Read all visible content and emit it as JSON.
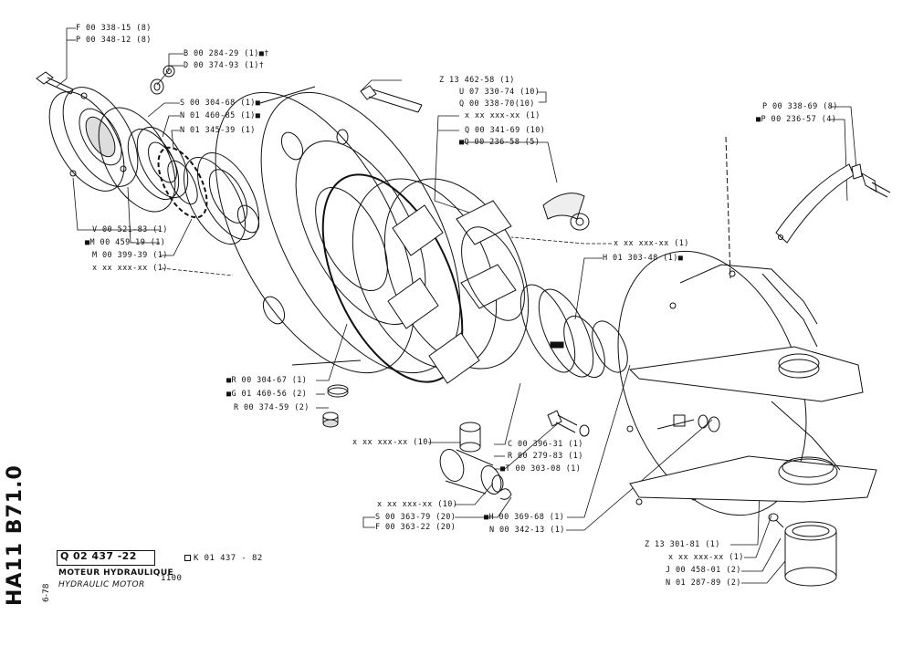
{
  "sheet": {
    "code_vertical": "HA11 B71.0",
    "date": "6-78",
    "part_number": "Q 02 437 -22",
    "alt_part": "K 01 437 - 82",
    "title_fr": "MOTEUR HYDRAULIQUE",
    "title_en": "HYDRAULIC MOTOR",
    "model": "1100"
  },
  "callouts": [
    {
      "text": "F 00 338-15 (8)"
    },
    {
      "text": "P 00 348-12 (8)"
    },
    {
      "text": "B 00 284-29 (1)■†"
    },
    {
      "text": "D 00 374-93 (1)†"
    },
    {
      "text": "S 00 304-68 (1)■"
    },
    {
      "text": "N 01 460-85 (1)■"
    },
    {
      "text": "N 01 345-39 (1)"
    },
    {
      "text": "V 00 521-83 (1)"
    },
    {
      "text": "■M 00 459-19 (1)"
    },
    {
      "text": "M 00 399-39 (1)"
    },
    {
      "text": "x xx xxx-xx (1)"
    },
    {
      "text": "Z 13 462-58 (1)"
    },
    {
      "text": "U 07 330-74 (10)"
    },
    {
      "text": "Q 00 338-70(10)"
    },
    {
      "text": "x xx xxx-xx (1)"
    },
    {
      "text": "Q 00 341-69 (10)"
    },
    {
      "text": "■Q 00 236-58 (5)"
    },
    {
      "text": "x xx xxx-xx (1)"
    },
    {
      "text": "H 01 303-48 (1)■"
    },
    {
      "text": "P 00 338-69 (8)"
    },
    {
      "text": "■P 00 236-57 (4)"
    },
    {
      "text": "■R 00 304-67 (1)"
    },
    {
      "text": "■G 01 460-56 (2)"
    },
    {
      "text": "R 00 374-59 (2)"
    },
    {
      "text": "x xx xxx-xx (10)"
    },
    {
      "text": "C 00 396-31 (1)"
    },
    {
      "text": "R 00 279-83 (1)"
    },
    {
      "text": "■T 00 303-08 (1)"
    },
    {
      "text": "x xx xxx-xx (10)"
    },
    {
      "text": "S 00 363-79 (20)"
    },
    {
      "text": "F 00 363-22 (20)"
    },
    {
      "text": "■H 00 369-68 (1)"
    },
    {
      "text": "N 00 342-13 (1)"
    },
    {
      "text": "Z 13 301-81 (1)"
    },
    {
      "text": "x xx xxx-xx (1)"
    },
    {
      "text": "J 00 458-01 (2)"
    },
    {
      "text": "N 01 287-89 (2)"
    }
  ]
}
